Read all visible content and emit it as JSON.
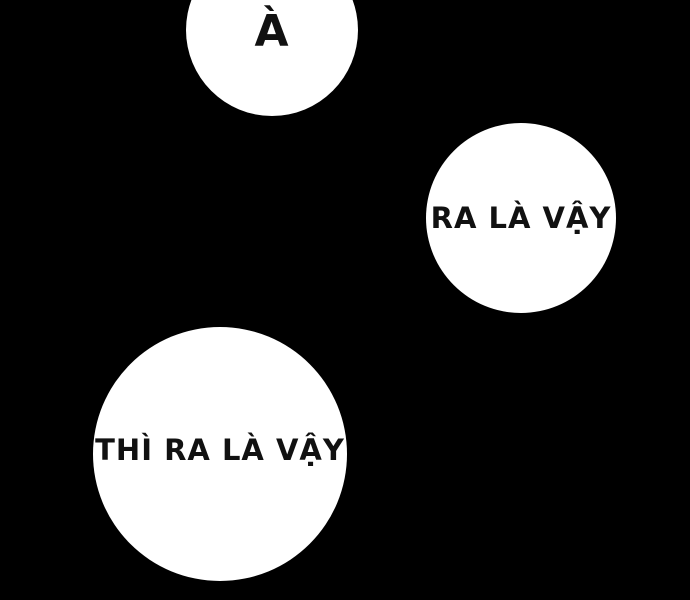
{
  "page": {
    "type": "comic-panel",
    "background_color": "#000000",
    "bubble_color": "#ffffff",
    "text_color": "#111111"
  },
  "bubbles": [
    {
      "id": "bubble-top",
      "text": "À"
    },
    {
      "id": "bubble-right",
      "text": "RA LÀ VẬY"
    },
    {
      "id": "bubble-bottom-left",
      "text": "THÌ RA LÀ VẬY"
    }
  ]
}
